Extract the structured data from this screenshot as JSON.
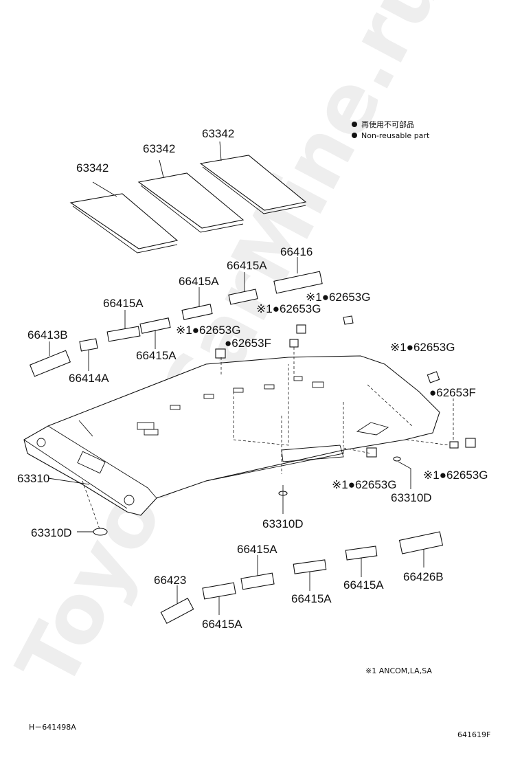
{
  "legend": {
    "jp_text": "再使用不可部品",
    "en_text": "Non-reusable part"
  },
  "watermark": "ToyotaCarMine.ru",
  "labels": {
    "p63342_a": "63342",
    "p63342_b": "63342",
    "p63342_c": "63342",
    "p66416": "66416",
    "p66415a_1": "66415A",
    "p66415a_2": "66415A",
    "p66415a_3": "66415A",
    "p66415a_4": "66415A",
    "p66413b": "66413B",
    "p66414a": "66414A",
    "p62653g_1": "※1●62653G",
    "p62653g_2": "※1●62653G",
    "p62653g_3": "※1●62653G",
    "p62653f_1": "●62653F",
    "p62653g_4": "※1●62653G",
    "p62653f_2": "●62653F",
    "p62653g_5": "※1●62653G",
    "p62653g_6": "※1●62653G",
    "p63310": "63310",
    "p63310d_1": "63310D",
    "p63310d_2": "63310D",
    "p63310d_3": "63310D",
    "p66415a_5": "66415A",
    "p66423": "66423",
    "p66415a_6": "66415A",
    "p66415a_7": "66415A",
    "p66415a_8": "66415A",
    "p66426b": "66426B"
  },
  "footnote": "※1   ANCOM,LA,SA",
  "diagram_id": "H－641498A",
  "page_code": "641619F"
}
